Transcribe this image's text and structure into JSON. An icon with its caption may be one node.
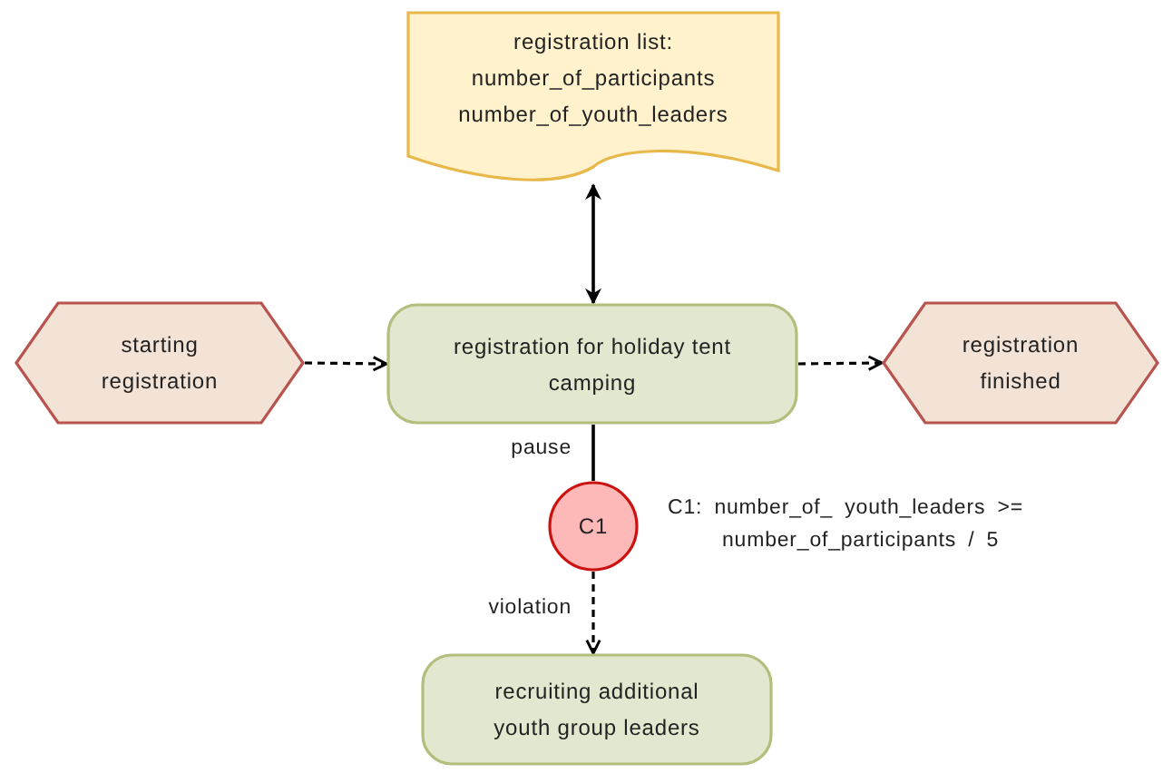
{
  "diagram": {
    "nodes": [
      {
        "text": [
          "registration list: number_of_participants number_of_youth_leaders"
        ]
      },
      {
        "text": [
          "starting registration"
        ]
      },
      {
        "text": [
          "registration for holiday tent camping"
        ]
      },
      {
        "text": [
          "registration finished"
        ]
      },
      {
        "text": [
          "C1"
        ],
        "beside": [
          "C1: number_of_ youth_leaders >= number_of_participants / 5"
        ]
      },
      {
        "text": [
          "recruiting additional youth group leaders"
        ]
      }
    ],
    "edges": [
      {
        "from": 0,
        "to": 2,
        "arrow": "both"
      },
      {
        "from": 1,
        "to": 2,
        "arrow": "to",
        "style": "dashed"
      },
      {
        "from": 2,
        "to": 3,
        "arrow": "to",
        "style": "dashed"
      },
      {
        "from": 2,
        "to": 4,
        "arrow": "none",
        "label": "pause"
      },
      {
        "from": 4,
        "to": 5,
        "arrow": "to",
        "style": "dashed",
        "label": "violation"
      }
    ]
  }
}
